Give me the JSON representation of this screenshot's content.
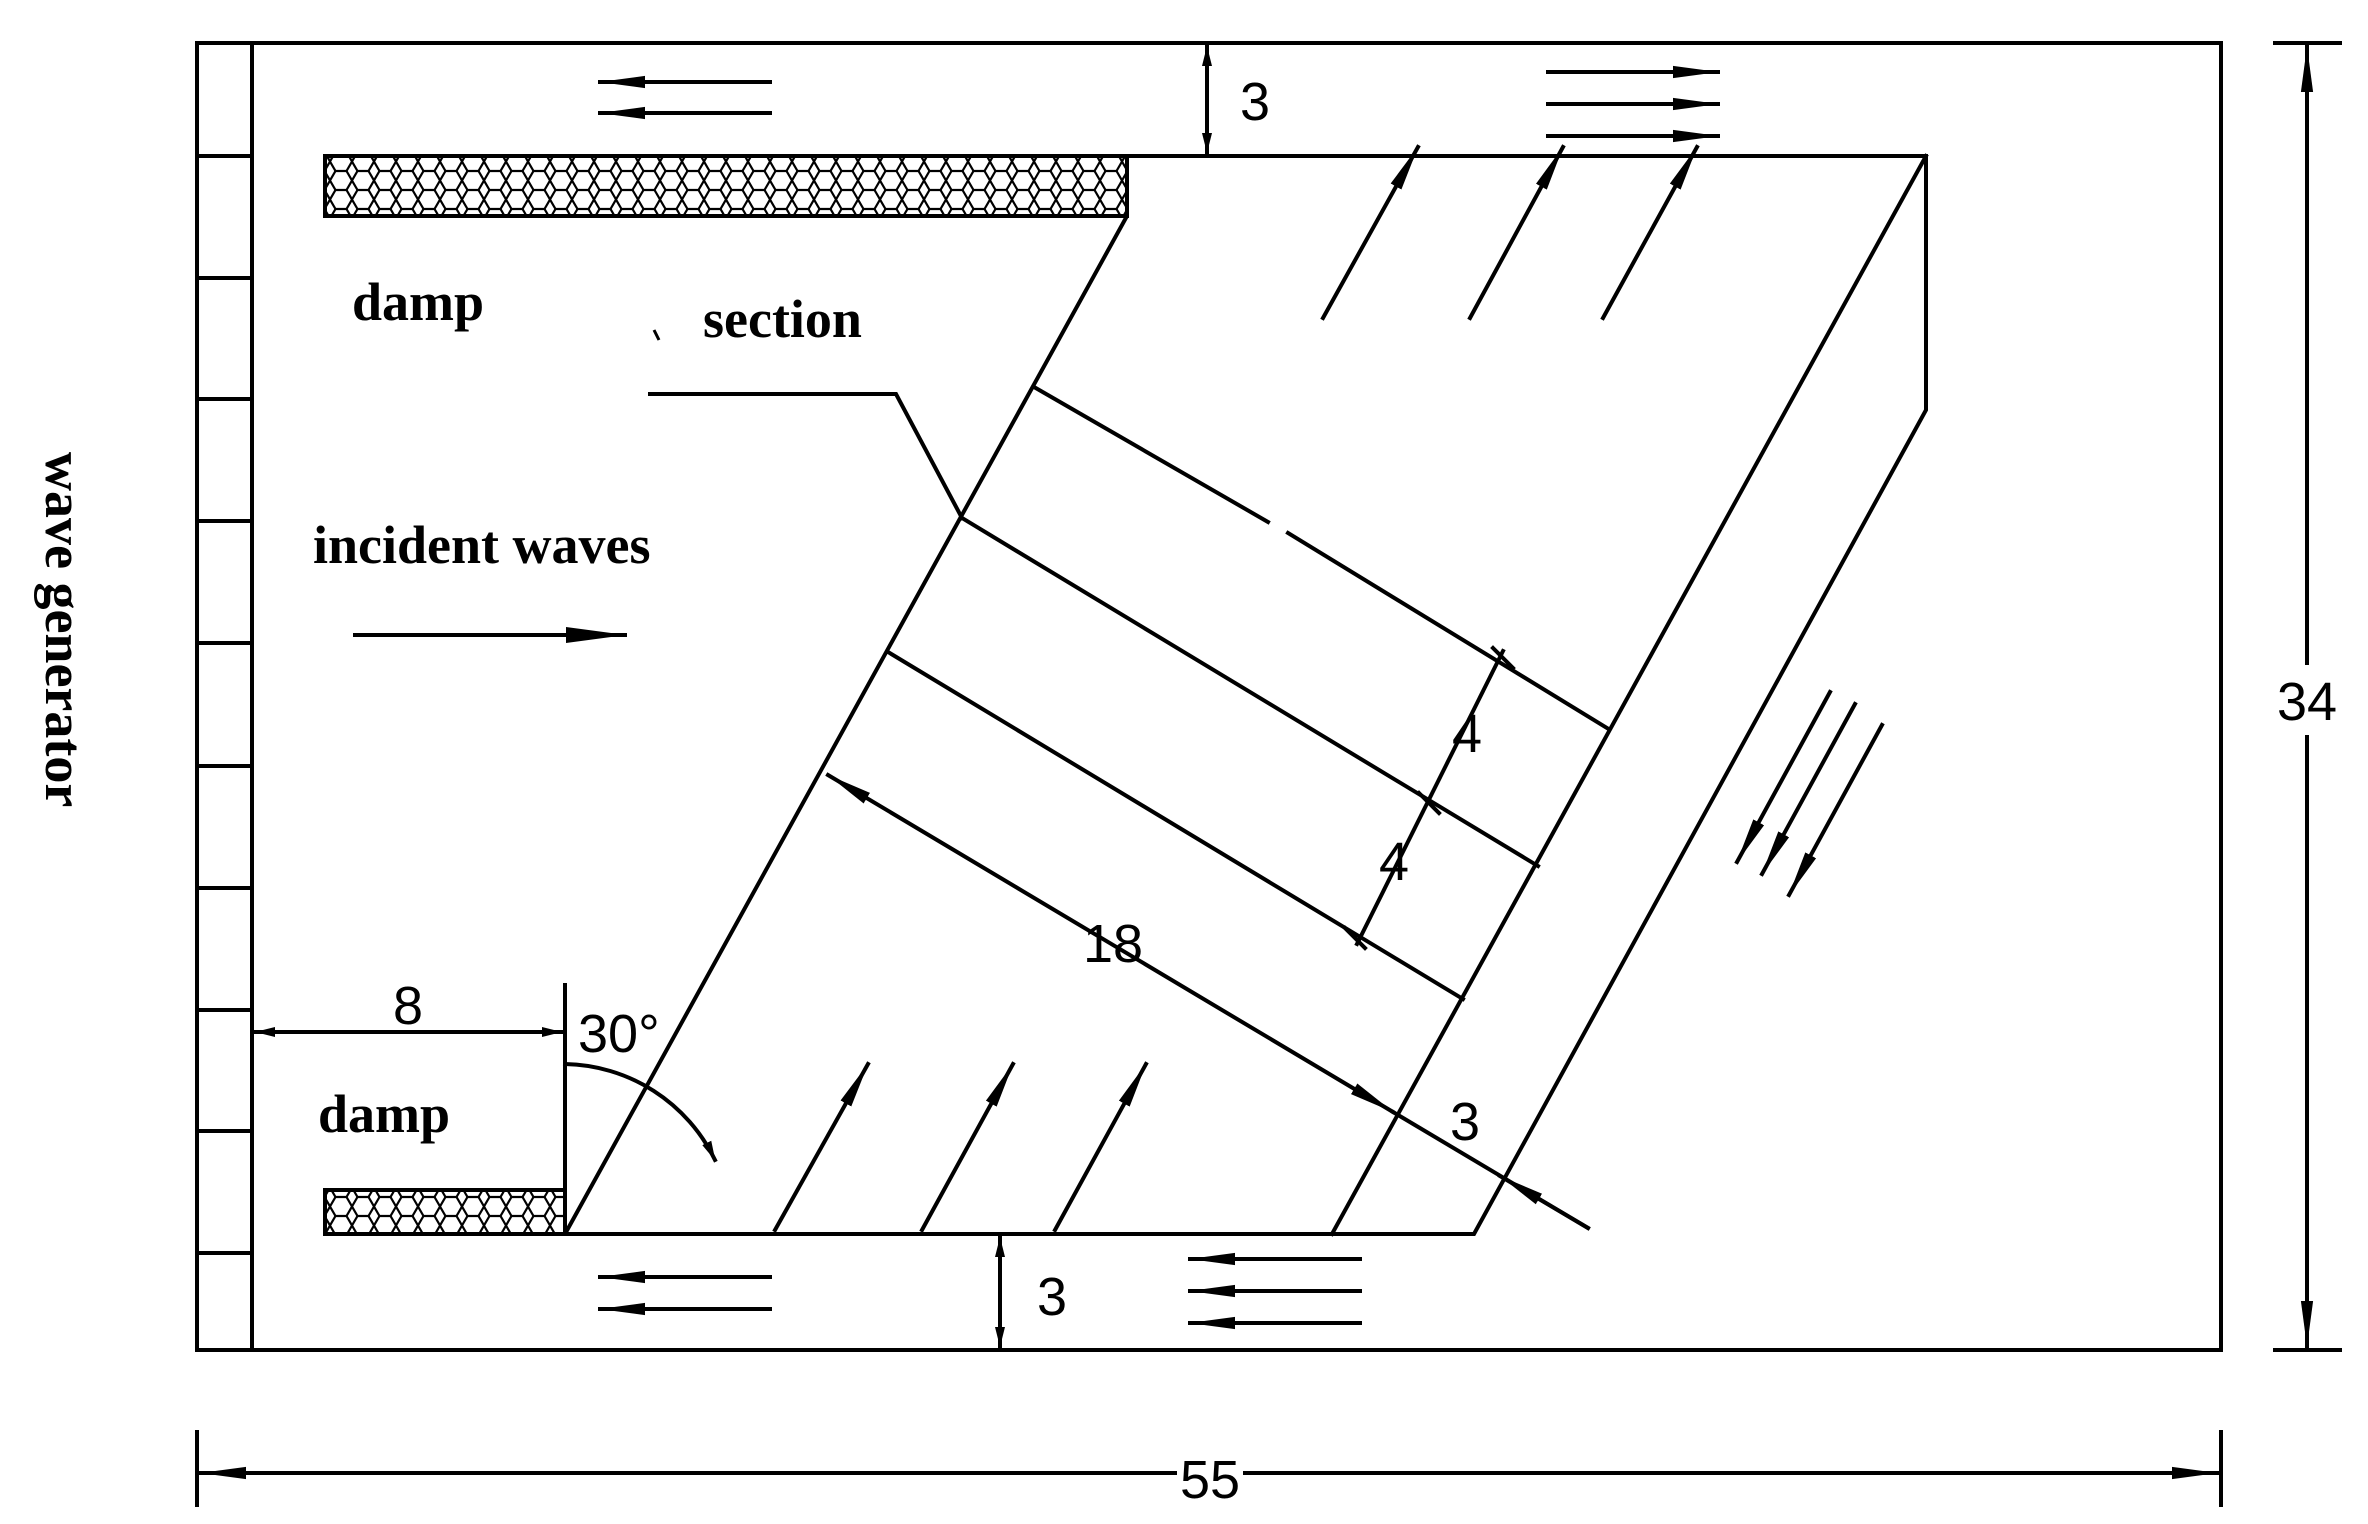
{
  "labels": {
    "wave_generator": "wave generator",
    "damp_top": "damp",
    "damp_bottom": "damp",
    "incident_waves": "incident waves",
    "section": "section"
  },
  "dimensions": {
    "total_width": "55",
    "total_height": "34",
    "gap_top": "3",
    "gap_bottom": "3",
    "offset_left": "8",
    "angle": "30°",
    "length": "18",
    "spacing_1": "4",
    "spacing_2": "4",
    "width_end": "3"
  },
  "colors": {
    "line": "#000000",
    "background": "#ffffff"
  }
}
